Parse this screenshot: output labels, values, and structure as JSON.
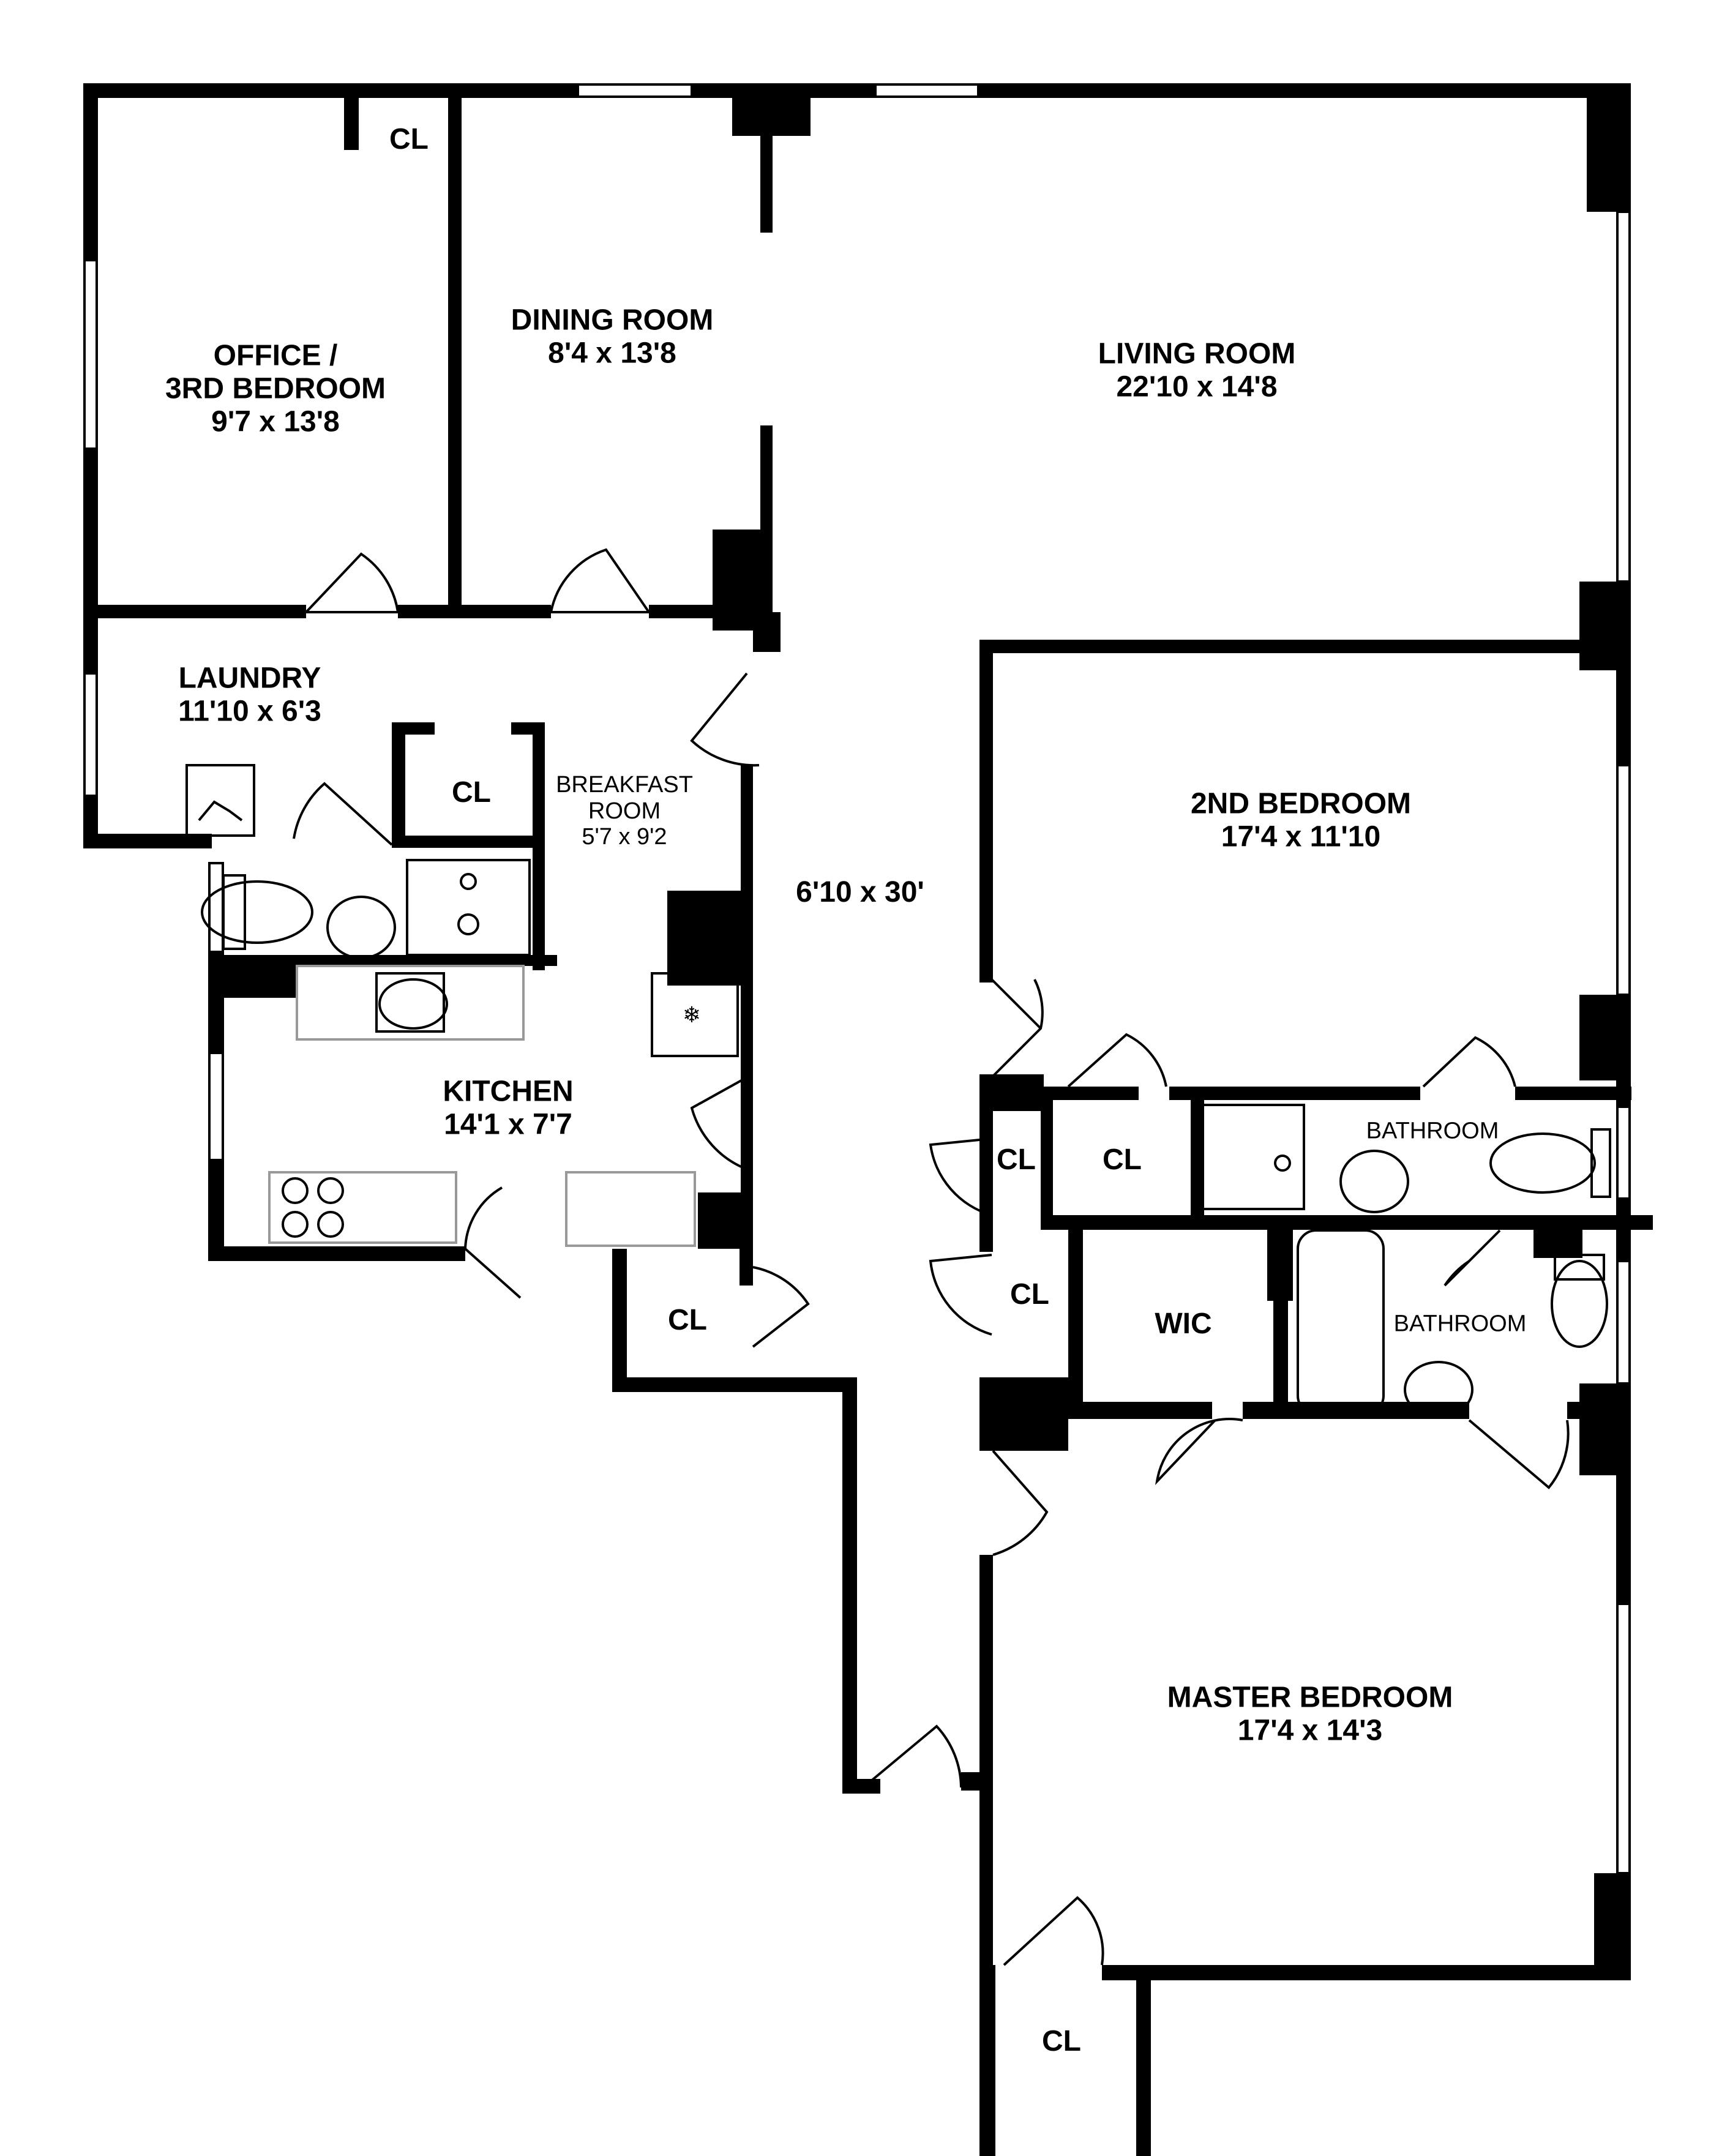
{
  "rooms": {
    "office": {
      "name_line1": "OFFICE /",
      "name_line2": "3RD BEDROOM",
      "dims": "9'7 x 13'8"
    },
    "dining": {
      "name": "DINING ROOM",
      "dims": "8'4 x 13'8"
    },
    "living": {
      "name": "LIVING ROOM",
      "dims": "22'10 x 14'8"
    },
    "laundry": {
      "name": "LAUNDRY",
      "dims": "11'10 x 6'3"
    },
    "breakfast": {
      "name_line1": "BREAKFAST",
      "name_line2": "ROOM",
      "dims": "5'7 x 9'2"
    },
    "hall": {
      "dims": "6'10 x 30'"
    },
    "second_bedroom": {
      "name": "2ND BEDROOM",
      "dims": "17'4 x 11'10"
    },
    "kitchen": {
      "name": "KITCHEN",
      "dims": "14'1 x 7'7"
    },
    "bathroom_upper": {
      "name": "BATHROOM"
    },
    "bathroom_lower": {
      "name": "BATHROOM"
    },
    "wic": {
      "name": "WIC"
    },
    "master_bedroom": {
      "name": "MASTER BEDROOM",
      "dims": "17'4 x 14'3"
    }
  },
  "closets": {
    "office": "CL",
    "laundry": "CL",
    "kitchen": "CL",
    "hall_upper": "CL",
    "second_bedroom": "CL",
    "hall_lower": "CL",
    "master": "CL"
  }
}
